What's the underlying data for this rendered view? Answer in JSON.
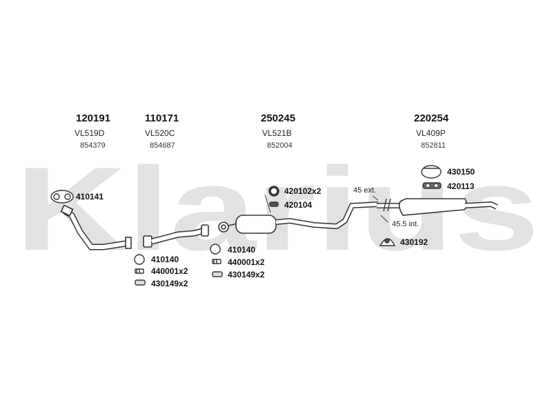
{
  "watermark": {
    "text": "Klarius",
    "color": "#e2e2e2"
  },
  "columns": [
    {
      "number": "120191",
      "code": "VL519D",
      "ref": "854379"
    },
    {
      "number": "110171",
      "code": "VL520C",
      "ref": "854687"
    },
    {
      "number": "250245",
      "code": "VL521B",
      "ref": "852004"
    },
    {
      "number": "220254",
      "code": "VL409P",
      "ref": "852811"
    }
  ],
  "parts": {
    "gasket_front": "410141",
    "group_a": [
      "410140",
      "440001x2",
      "430149x2"
    ],
    "group_b": [
      "410140",
      "440001x2",
      "430149x2"
    ],
    "clamp_ring": "420102x2",
    "clamp": "420104",
    "rear_top": "430150",
    "rear_mid": "420113",
    "rear_mount": "430192"
  },
  "annotations": {
    "ext": "45 ext.",
    "int": "45.5 int."
  },
  "colors": {
    "stroke": "#333333",
    "watermark": "#e2e2e2"
  }
}
